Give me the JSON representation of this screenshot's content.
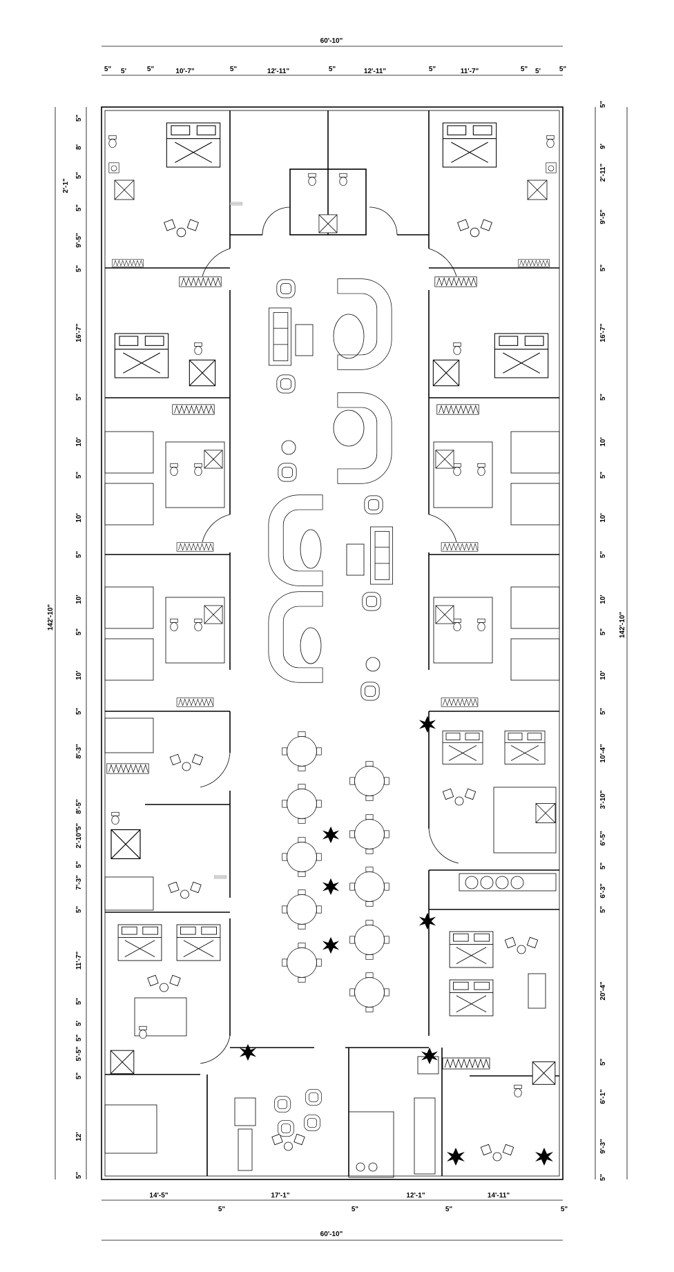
{
  "drawing": {
    "top": {
      "overall": "60'-10\"",
      "segments": [
        "5\"",
        "5'",
        "5\"",
        "10'-7\"",
        "5\"",
        "12'-11\"",
        "5\"",
        "12'-11\"",
        "5\"",
        "11'-7\"",
        "5\"",
        "5'",
        "5\""
      ]
    },
    "bottom": {
      "overall": "60'-10\"",
      "segments": [
        "14'-5\"",
        "5\"",
        "17'-1\"",
        "5\"",
        "12'-1\"",
        "5\"",
        "14'-11\"",
        "5\""
      ]
    },
    "left": {
      "overall": "142'-10\"",
      "segments": [
        "5\"",
        "8'",
        "5\"",
        "2'-1\"",
        "5\"",
        "9'-5\"",
        "5\"",
        "16'-7\"",
        "5\"",
        "10'",
        "5\"",
        "10'",
        "5\"",
        "10'",
        "5\"",
        "10'",
        "5\"",
        "8'-3\"",
        "8'-5\"",
        "5\"",
        "2'-10\"",
        "5\"",
        "7'-3\"",
        "5\"",
        "11'-7\"",
        "5\"",
        "5'",
        "5\"",
        "5'-5\"",
        "5\"",
        "12'",
        "5\""
      ]
    },
    "right": {
      "overall": "142'-10\"",
      "segments": [
        "5\"",
        "9'",
        "2'-11\"",
        "9'-5\"",
        "5\"",
        "16'-7\"",
        "5\"",
        "10'",
        "5\"",
        "10'",
        "5\"",
        "10'",
        "5\"",
        "10'",
        "5\"",
        "10'-4\"",
        "3'-10\"",
        "6'-5\"",
        "5\"",
        "6'-3\"",
        "5\"",
        "20'-4\"",
        "5\"",
        "6'-1\"",
        "9'-3\"",
        "5\""
      ]
    },
    "line_color": "#000000",
    "background": "#ffffff"
  }
}
